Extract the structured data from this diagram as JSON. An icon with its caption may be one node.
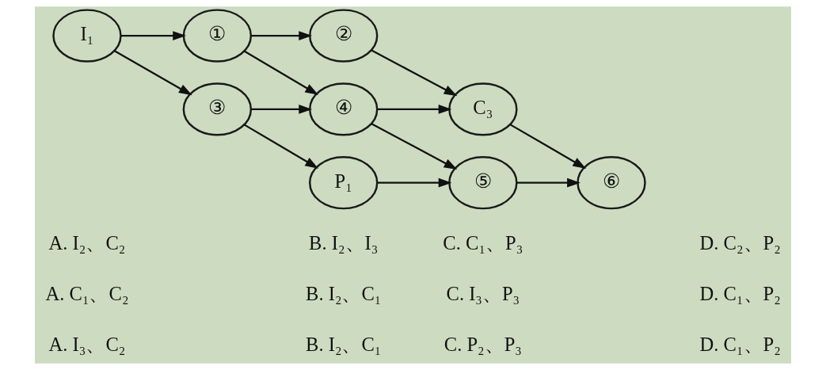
{
  "diagram": {
    "nodes": [
      {
        "text": [
          "I₁"
        ]
      },
      {
        "text": [
          "①"
        ]
      },
      {
        "text": [
          "②"
        ]
      },
      {
        "text": [
          "③"
        ]
      },
      {
        "text": [
          "④"
        ]
      },
      {
        "text": [
          "C₃"
        ]
      },
      {
        "text": [
          "P₁"
        ]
      },
      {
        "text": [
          "⑤"
        ]
      },
      {
        "text": [
          "⑥"
        ]
      }
    ],
    "edges": [
      {
        "from": 0,
        "to": 1,
        "arrow": "to"
      },
      {
        "from": 1,
        "to": 2,
        "arrow": "to"
      },
      {
        "from": 0,
        "to": 3,
        "arrow": "to"
      },
      {
        "from": 1,
        "to": 4,
        "arrow": "to"
      },
      {
        "from": 2,
        "to": 5,
        "arrow": "to"
      },
      {
        "from": 3,
        "to": 4,
        "arrow": "to"
      },
      {
        "from": 4,
        "to": 5,
        "arrow": "to"
      },
      {
        "from": 3,
        "to": 6,
        "arrow": "to"
      },
      {
        "from": 4,
        "to": 7,
        "arrow": "to"
      },
      {
        "from": 5,
        "to": 8,
        "arrow": "to"
      },
      {
        "from": 6,
        "to": 7,
        "arrow": "to"
      },
      {
        "from": 7,
        "to": 8,
        "arrow": "to"
      }
    ],
    "labels": [
      "A. I₂、C₂",
      "B. I₂、I₃",
      "C. C₁、P₃",
      "D. C₂、P₂",
      "A. C₁、C₂",
      "B. I₂、C₁",
      "C. I₃、P₃",
      "D. C₁、P₂",
      "A. I₃、C₂",
      "B. I₂、C₁",
      "C. P₂、P₃",
      "D. C₁、P₂"
    ]
  }
}
